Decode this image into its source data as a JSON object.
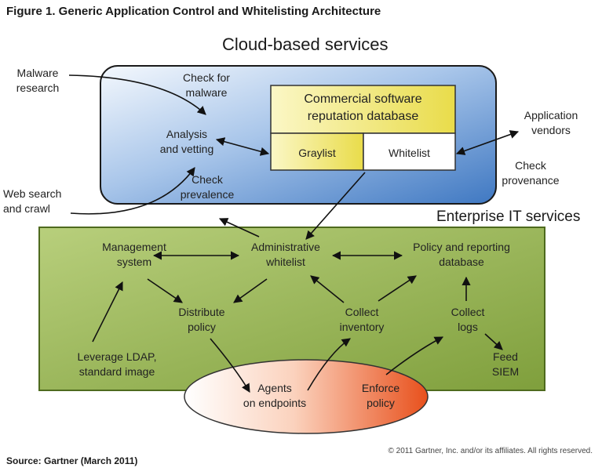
{
  "figure": {
    "title": "Figure 1. Generic Application Control and Whitelisting Architecture",
    "source": "Source: Gartner (March 2011)",
    "copyright": "© 2011 Gartner, Inc. and/or its affiliates. All rights reserved."
  },
  "cloud": {
    "heading": "Cloud-based services",
    "check_malware": [
      "Check for",
      "malware"
    ],
    "analysis": [
      "Analysis",
      "and vetting"
    ],
    "check_prevalence": [
      "Check",
      "prevalence"
    ],
    "database": [
      "Commercial software",
      "reputation database"
    ],
    "graylist": "Graylist",
    "whitelist": "Whitelist"
  },
  "external": {
    "malware_research": [
      "Malware",
      "research"
    ],
    "web_search": [
      "Web search",
      "and crawl"
    ],
    "app_vendors": [
      "Application",
      "vendors"
    ],
    "check_provenance": [
      "Check",
      "provenance"
    ]
  },
  "enterprise": {
    "heading": "Enterprise IT services",
    "management": [
      "Management",
      "system"
    ],
    "admin_whitelist": [
      "Administrative",
      "whitelist"
    ],
    "policy_db": [
      "Policy and reporting",
      "database"
    ],
    "distribute": [
      "Distribute",
      "policy"
    ],
    "collect_inventory": [
      "Collect",
      "inventory"
    ],
    "collect_logs": [
      "Collect",
      "logs"
    ],
    "ldap": [
      "Leverage LDAP,",
      "standard image"
    ],
    "siem": [
      "Feed",
      "SIEM"
    ]
  },
  "endpoints": {
    "agents": [
      "Agents",
      "on endpoints"
    ],
    "enforce": [
      "Enforce",
      "policy"
    ]
  },
  "colors": {
    "cloud_fill": "#6f9fd6",
    "enterprise_fill": "#8fb04a",
    "database_fill": "#f2ea72",
    "ellipse_fill": "#ee6a34"
  }
}
